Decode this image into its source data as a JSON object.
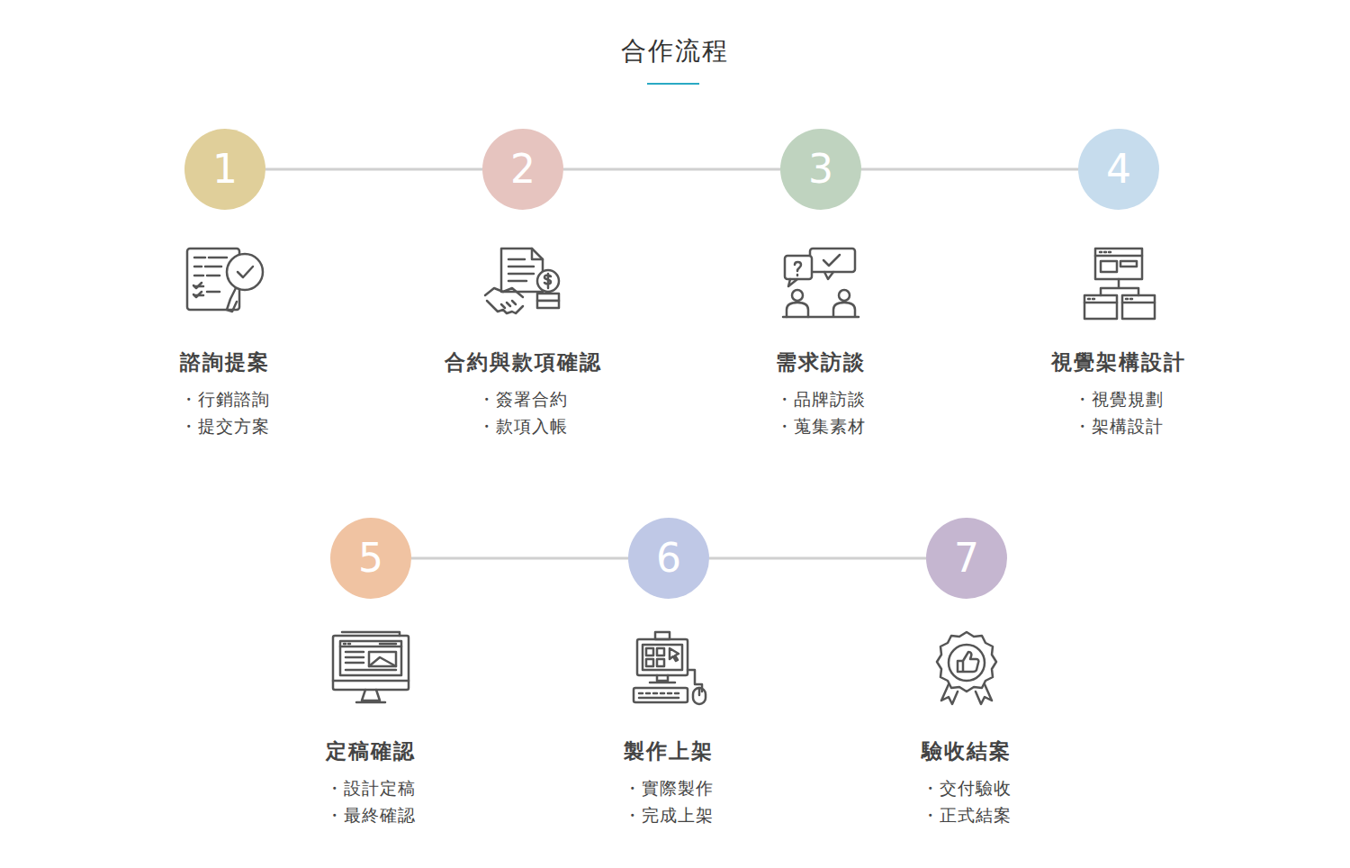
{
  "diagram": {
    "title": "合作流程",
    "nodes": [
      {
        "text": [
          "1",
          "諮詢提案",
          "・行銷諮詢",
          "・提交方案"
        ]
      },
      {
        "text": [
          "2",
          "合約與款項確認",
          "・簽署合約",
          "・款項入帳"
        ]
      },
      {
        "text": [
          "3",
          "需求訪談",
          "・品牌訪談",
          "・蒐集素材"
        ]
      },
      {
        "text": [
          "4",
          "視覺架構設計",
          "・視覺規劃",
          "・架構設計"
        ]
      },
      {
        "text": [
          "5",
          "定稿確認",
          "・設計定稿",
          "・最終確認"
        ]
      },
      {
        "text": [
          "6",
          "製作上架",
          "・實際製作",
          "・完成上架"
        ]
      },
      {
        "text": [
          "7",
          "驗收結案",
          "・交付驗收",
          "・正式結案"
        ]
      }
    ],
    "edges": [
      {
        "from": 0,
        "to": 1,
        "arrow": "none"
      },
      {
        "from": 1,
        "to": 2,
        "arrow": "none"
      },
      {
        "from": 2,
        "to": 3,
        "arrow": "none"
      },
      {
        "from": 4,
        "to": 5,
        "arrow": "none"
      },
      {
        "from": 5,
        "to": 6,
        "arrow": "none"
      }
    ]
  }
}
